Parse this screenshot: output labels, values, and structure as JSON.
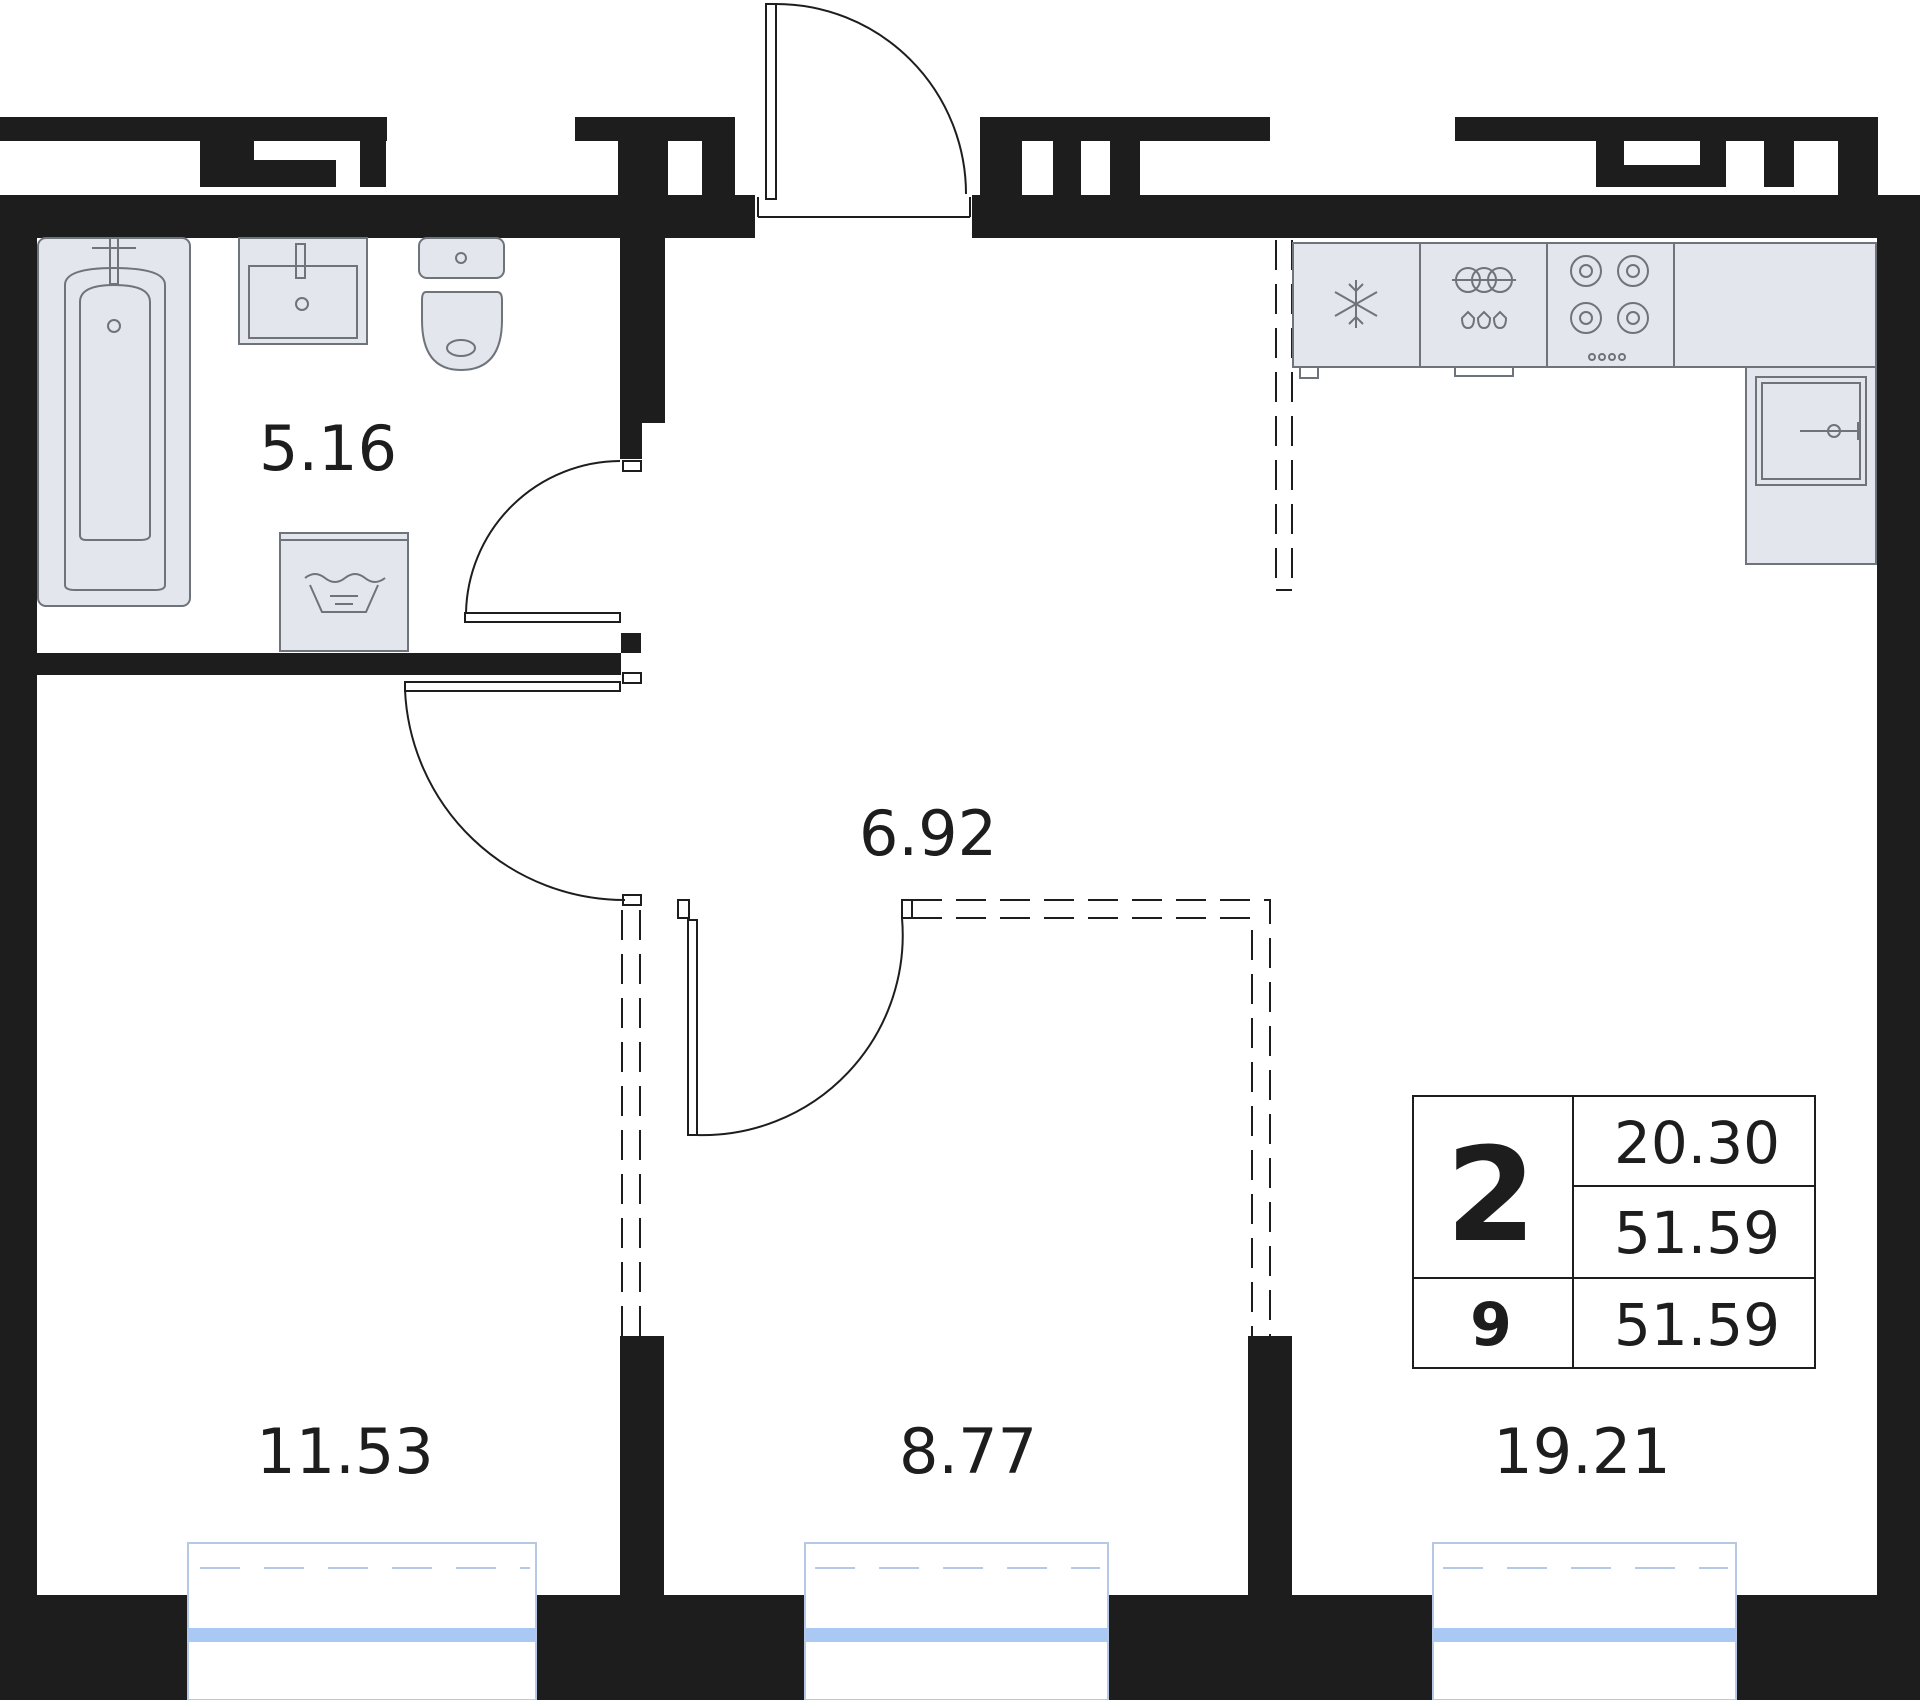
{
  "rooms": {
    "bathroom_area": "5.16",
    "hallway_area": "6.92",
    "bedroom_area": "11.53",
    "middle_room_area": "8.77",
    "kitchen_living_area": "19.21"
  },
  "summary": {
    "room_count": "2",
    "floor": "9",
    "living_area": "20.30",
    "total_area": "51.59",
    "total_area_with_balcony": "51.59"
  },
  "icons": {
    "fridge": "snowflake-icon",
    "dishwasher": "dishwasher-icon",
    "stove": "stove-icon",
    "sink": "kitchen-sink-icon",
    "washer": "washing-machine-icon"
  },
  "colors": {
    "wall": "#1d1d1d",
    "fixture_fill": "#e3e6ec",
    "window_glass": "#a9c9f4"
  }
}
